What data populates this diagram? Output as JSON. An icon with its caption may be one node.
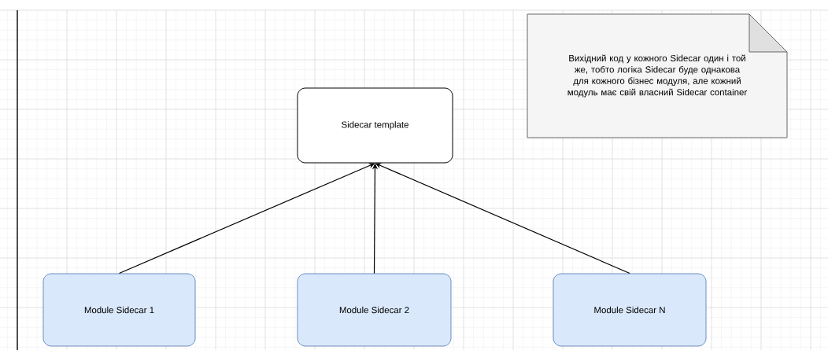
{
  "diagram": {
    "nodes": [
      {
        "text": [
          "Вихідний код у кожного Sidecar один і той же, тобто логіка Sidecar буде однакова для кожного бізнес модуля, але кожний модуль має свій власний Sidecar container"
        ]
      },
      {
        "text": [
          "Sidecar template"
        ]
      },
      {
        "text": [
          "Module Sidecar 1"
        ]
      },
      {
        "text": [
          "Module Sidecar 2"
        ]
      },
      {
        "text": [
          "Module Sidecar N"
        ]
      }
    ],
    "edges": [
      {
        "from": 2,
        "to": 1,
        "arrow": "to"
      },
      {
        "from": 3,
        "to": 1,
        "arrow": "to"
      },
      {
        "from": 4,
        "to": 1,
        "arrow": "to"
      }
    ]
  }
}
